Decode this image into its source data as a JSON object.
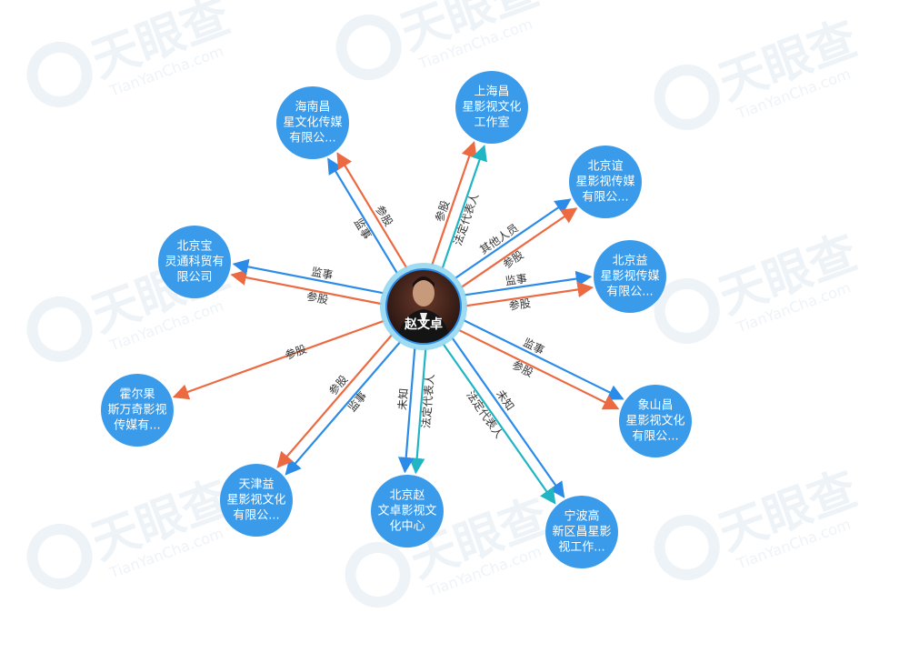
{
  "watermark": {
    "brand": "天眼查",
    "domain": "TianYanCha.com"
  },
  "colors": {
    "node_fill": "#3A9BEA",
    "supervisor_edge": "#2B8BE8",
    "share_edge": "#EC6A42",
    "legal_rep_edge": "#1FB5C3",
    "center_ring": "#8ED6EE",
    "watermark": "#EEF3F8"
  },
  "center": {
    "name": "赵文卓",
    "photo_icon": "person-photo-icon"
  },
  "nodes": [
    {
      "id": "hainan",
      "lines": [
        "海南昌",
        "星文化传媒",
        "有限公..."
      ]
    },
    {
      "id": "shanghai",
      "lines": [
        "上海昌",
        "星影视文化",
        "工作室"
      ]
    },
    {
      "id": "beijing_yi",
      "lines": [
        "北京谊",
        "星影视传媒",
        "有限公..."
      ]
    },
    {
      "id": "beijing_bao",
      "lines": [
        "北京宝",
        "灵通科贸有",
        "限公司"
      ]
    },
    {
      "id": "beijing_yi2",
      "lines": [
        "北京益",
        "星影视传媒",
        "有限公..."
      ]
    },
    {
      "id": "huoerguo",
      "lines": [
        "霍尔果",
        "斯万奇影视",
        "传媒有..."
      ]
    },
    {
      "id": "xiangshan",
      "lines": [
        "象山昌",
        "星影视文化",
        "有限公..."
      ]
    },
    {
      "id": "tianjin",
      "lines": [
        "天津益",
        "星影视文化",
        "有限公..."
      ]
    },
    {
      "id": "beijing_zhao",
      "lines": [
        "北京赵",
        "文卓影视文",
        "化中心"
      ]
    },
    {
      "id": "ningbo",
      "lines": [
        "宁波高",
        "新区昌星影",
        "视工作..."
      ]
    }
  ],
  "edges": [
    {
      "to": "hainan",
      "type": "supervisor",
      "label": "监事"
    },
    {
      "to": "hainan",
      "type": "share",
      "label": "参股"
    },
    {
      "to": "shanghai",
      "type": "share",
      "label": "参股"
    },
    {
      "to": "shanghai",
      "type": "legal_rep",
      "label": "法定代表人"
    },
    {
      "to": "beijing_yi",
      "type": "supervisor",
      "label": "其他人员"
    },
    {
      "to": "beijing_yi",
      "type": "share",
      "label": "参股"
    },
    {
      "to": "beijing_bao",
      "type": "share",
      "label": "参股"
    },
    {
      "to": "beijing_bao",
      "type": "supervisor",
      "label": "监事"
    },
    {
      "to": "beijing_yi2",
      "type": "supervisor",
      "label": "监事"
    },
    {
      "to": "beijing_yi2",
      "type": "share",
      "label": "参股"
    },
    {
      "to": "huoerguo",
      "type": "share",
      "label": "参股"
    },
    {
      "to": "xiangshan",
      "type": "supervisor",
      "label": "监事"
    },
    {
      "to": "xiangshan",
      "type": "share",
      "label": "参股"
    },
    {
      "to": "tianjin",
      "type": "supervisor",
      "label": "监事"
    },
    {
      "to": "tianjin",
      "type": "share",
      "label": "参股"
    },
    {
      "to": "beijing_zhao",
      "type": "legal_rep",
      "label": "法定代表人"
    },
    {
      "to": "beijing_zhao",
      "type": "supervisor",
      "label": "未知"
    },
    {
      "to": "ningbo",
      "type": "supervisor",
      "label": "未知"
    },
    {
      "to": "ningbo",
      "type": "legal_rep",
      "label": "法定代表人"
    }
  ]
}
